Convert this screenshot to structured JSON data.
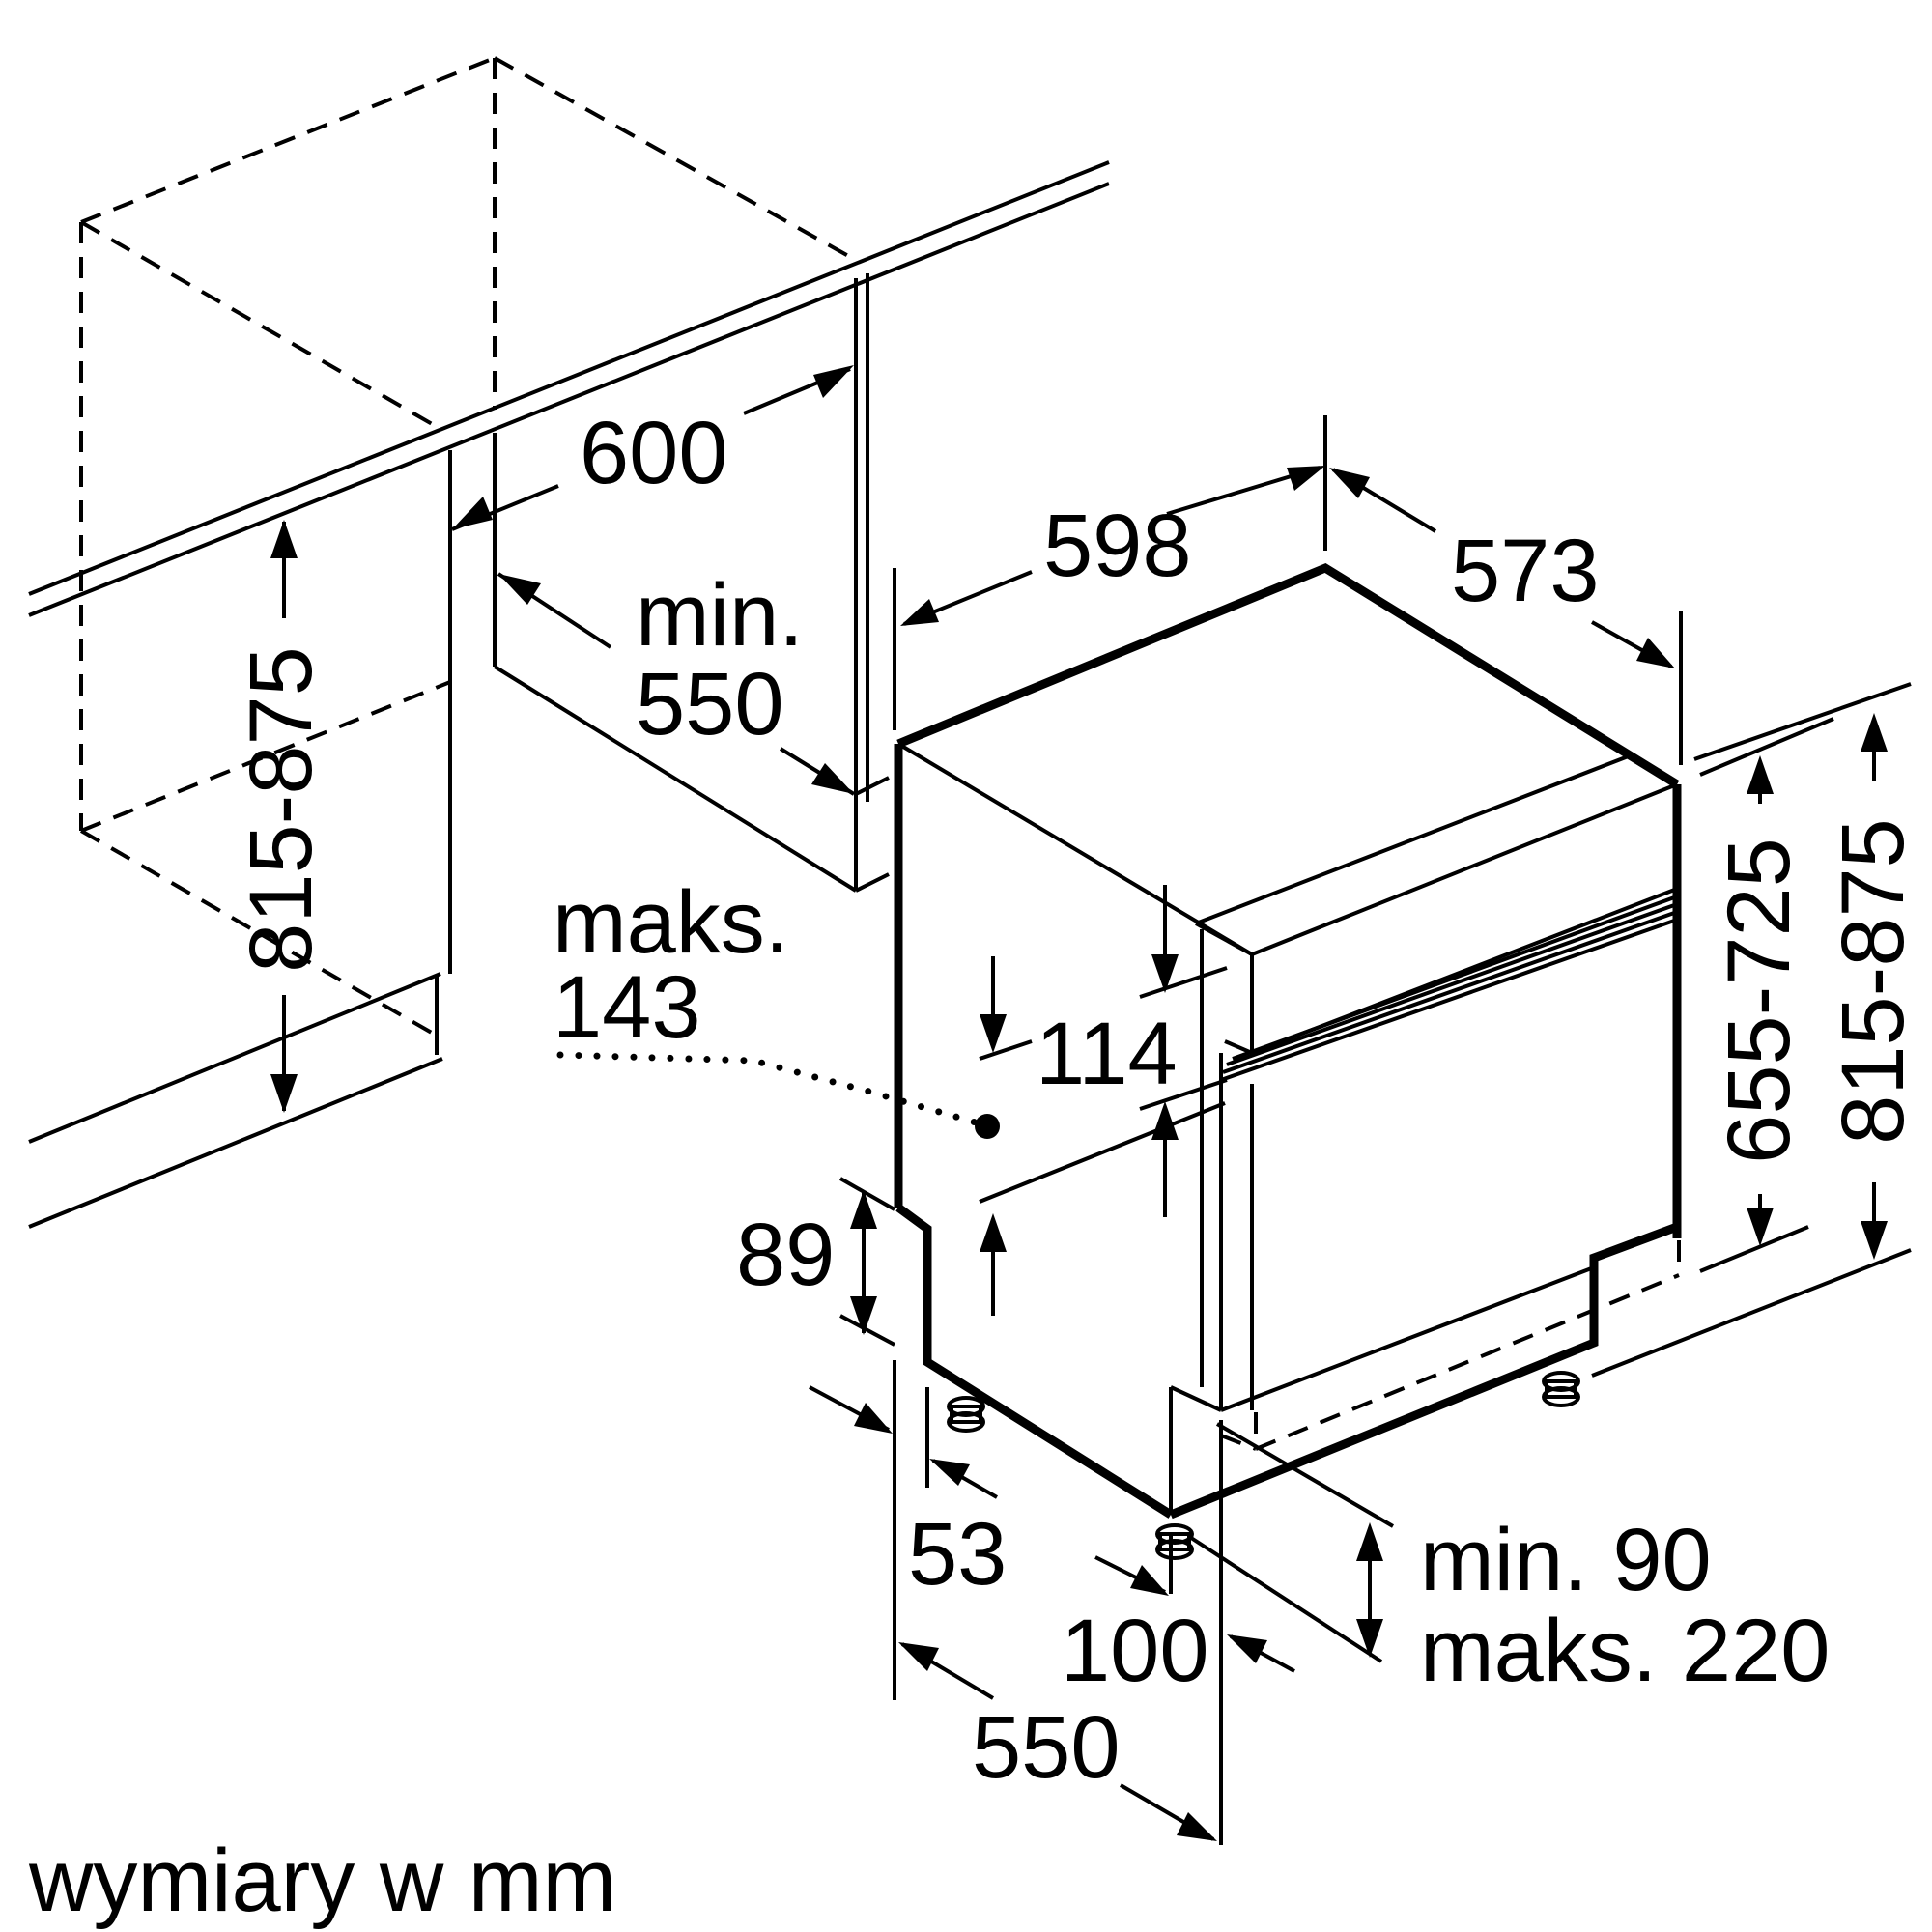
{
  "diagram": {
    "dimensions": {
      "cabinet_width": "600",
      "min_depth_label": "min.",
      "min_depth_value": "550",
      "worktop_height_left": "815-875",
      "appliance_width": "598",
      "appliance_depth": "573",
      "max_label": "maks.",
      "max_value": "143",
      "control_panel_height": "114",
      "appliance_height": "655-725",
      "total_height_right": "815-875",
      "plinth_offset": "89",
      "foot_offset": "53",
      "plinth_depth_min": "min. 90",
      "plinth_depth_max": "maks. 220",
      "foot_setback": "100",
      "bottom_depth": "550"
    },
    "caption": "wymiary w mm"
  }
}
